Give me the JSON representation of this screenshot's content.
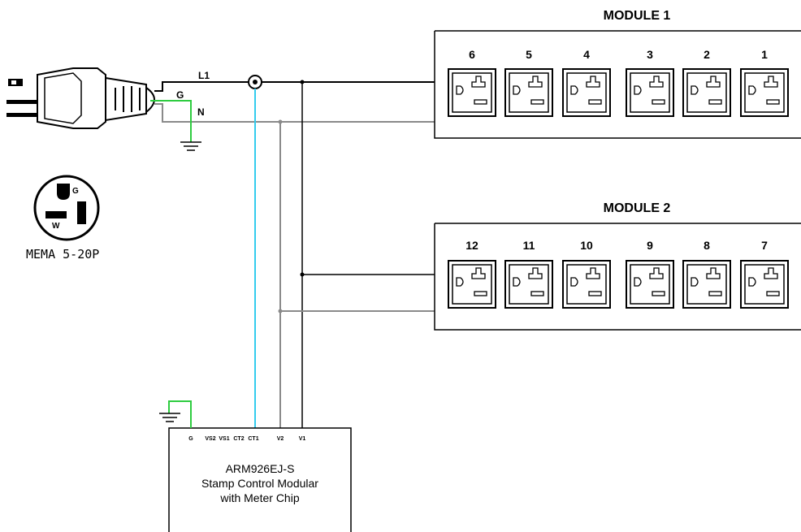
{
  "modules": [
    {
      "title": "MODULE 1",
      "outlets": [
        "6",
        "5",
        "4",
        "3",
        "2",
        "1"
      ]
    },
    {
      "title": "MODULE 2",
      "outlets": [
        "12",
        "11",
        "10",
        "9",
        "8",
        "7"
      ]
    }
  ],
  "wire_labels": {
    "l1": "L1",
    "g": "G",
    "n": "N"
  },
  "plug": {
    "name": "MEMA 5-20P",
    "pin_g": "G",
    "pin_w": "W"
  },
  "controller": {
    "pins": [
      "G",
      "VS2",
      "VS1",
      "CT2",
      "CT1",
      "V2",
      "V1"
    ],
    "line1": "ARM926EJ-S",
    "line2": "Stamp Control Modular",
    "line3": "with Meter Chip"
  },
  "colors": {
    "line": "#000000",
    "neutral": "#8a8a8a",
    "ground": "#2ecc40",
    "ct": "#33ccee"
  }
}
